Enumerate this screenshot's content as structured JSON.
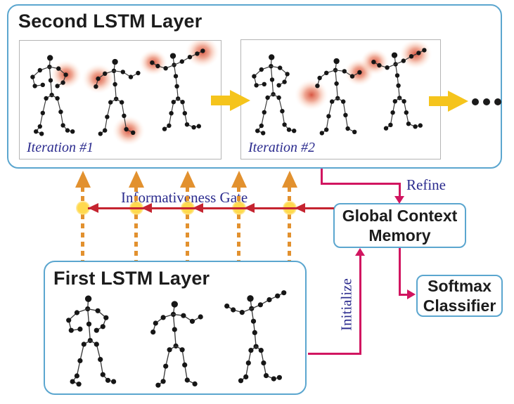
{
  "diagram": {
    "second_layer": {
      "title": "Second LSTM Layer",
      "iteration1_label": "Iteration #1",
      "iteration2_label": "Iteration #2"
    },
    "first_layer": {
      "title": "First LSTM Layer"
    },
    "memory_box": {
      "line1": "Global Context",
      "line2": "Memory"
    },
    "classifier_box": {
      "line1": "Softmax",
      "line2": "Classifier"
    },
    "labels": {
      "gate": "Informativeness Gate",
      "refine": "Refine",
      "initialize": "Initialize"
    },
    "icons": {
      "ellipsis": "continuation-dots",
      "big_arrow": "next-iteration-arrow",
      "dashed_arrow": "gate-input-arrow"
    },
    "colors": {
      "box_border": "#5ba6cf",
      "gate_line": "#c52430",
      "flow_line": "#d11560",
      "dashed_arrow": "#e2912f",
      "big_arrow": "#f5c41c",
      "node_circle": "#ffd94e",
      "attention_blob": "#d9432a",
      "navy_text": "#2b2b8e",
      "heading_text": "#1c1c1c"
    }
  }
}
